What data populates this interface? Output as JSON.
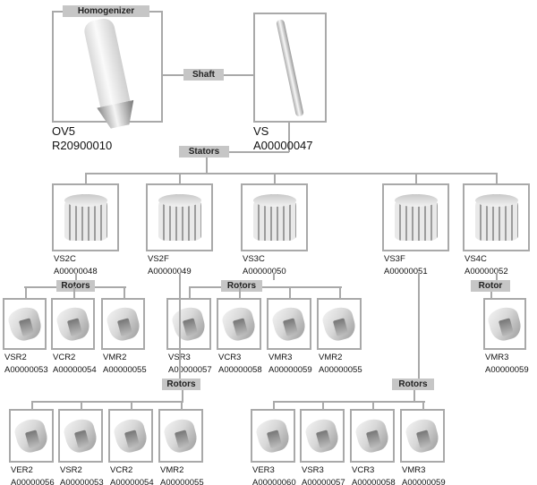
{
  "homogenizer": {
    "tag": "Homogenizer",
    "model": "OV5",
    "code": "R20900010"
  },
  "shaft": {
    "tag": "Shaft",
    "model": "VS",
    "code": "A00000047"
  },
  "stators": {
    "tag": "Stators",
    "items": [
      {
        "model": "VS2C",
        "code": "A00000048"
      },
      {
        "model": "VS2F",
        "code": "A00000049"
      },
      {
        "model": "VS3C",
        "code": "A00000050"
      },
      {
        "model": "VS3F",
        "code": "A00000051"
      },
      {
        "model": "VS4C",
        "code": "A00000052"
      }
    ]
  },
  "rotor_groups": [
    {
      "tag": "Rotors",
      "parent": "VS2C",
      "items": [
        {
          "model": "VSR2",
          "code": "A00000053"
        },
        {
          "model": "VCR2",
          "code": "A00000054"
        },
        {
          "model": "VMR2",
          "code": "A00000055"
        }
      ]
    },
    {
      "tag": "Rotors",
      "parent": "VS3C",
      "items": [
        {
          "model": "VSR3",
          "code": "A00000057"
        },
        {
          "model": "VCR3",
          "code": "A00000058"
        },
        {
          "model": "VMR3",
          "code": "A00000059"
        },
        {
          "model": "VMR2",
          "code": "A00000055"
        }
      ]
    },
    {
      "tag": "Rotor",
      "parent": "VS4C",
      "items": [
        {
          "model": "VMR3",
          "code": "A00000059"
        }
      ]
    },
    {
      "tag": "Rotors",
      "parent": "VS2F",
      "items": [
        {
          "model": "VER2",
          "code": "A00000056"
        },
        {
          "model": "VSR2",
          "code": "A00000053"
        },
        {
          "model": "VCR2",
          "code": "A00000054"
        },
        {
          "model": "VMR2",
          "code": "A00000055"
        }
      ]
    },
    {
      "tag": "Rotors",
      "parent": "VS3F",
      "items": [
        {
          "model": "VER3",
          "code": "A00000060"
        },
        {
          "model": "VSR3",
          "code": "A00000057"
        },
        {
          "model": "VCR3",
          "code": "A00000058"
        },
        {
          "model": "VMR3",
          "code": "A00000059"
        }
      ]
    }
  ]
}
